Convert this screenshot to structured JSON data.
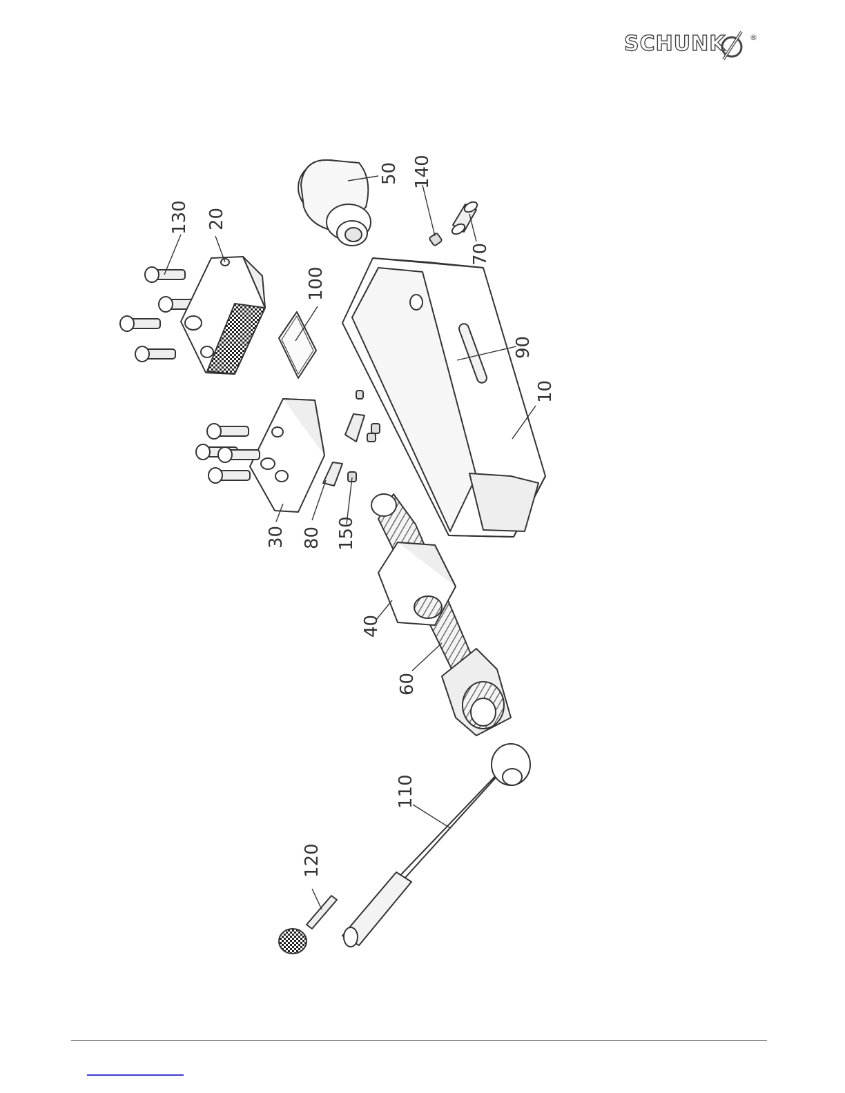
{
  "header": {
    "brand": "SCHUNK",
    "registered_mark": "®"
  },
  "diagram": {
    "parts": [
      {
        "id": "p50",
        "label": "50"
      },
      {
        "id": "p140",
        "label": "140"
      },
      {
        "id": "p130",
        "label": "130"
      },
      {
        "id": "p20",
        "label": "20"
      },
      {
        "id": "p100",
        "label": "100"
      },
      {
        "id": "p70",
        "label": "70"
      },
      {
        "id": "p90",
        "label": "90"
      },
      {
        "id": "p10",
        "label": "10"
      },
      {
        "id": "p30",
        "label": "30"
      },
      {
        "id": "p80",
        "label": "80"
      },
      {
        "id": "p150",
        "label": "150"
      },
      {
        "id": "p40",
        "label": "40"
      },
      {
        "id": "p60",
        "label": "60"
      },
      {
        "id": "p110",
        "label": "110"
      },
      {
        "id": "p120",
        "label": "120"
      }
    ]
  },
  "footer": {
    "link_text": ""
  }
}
